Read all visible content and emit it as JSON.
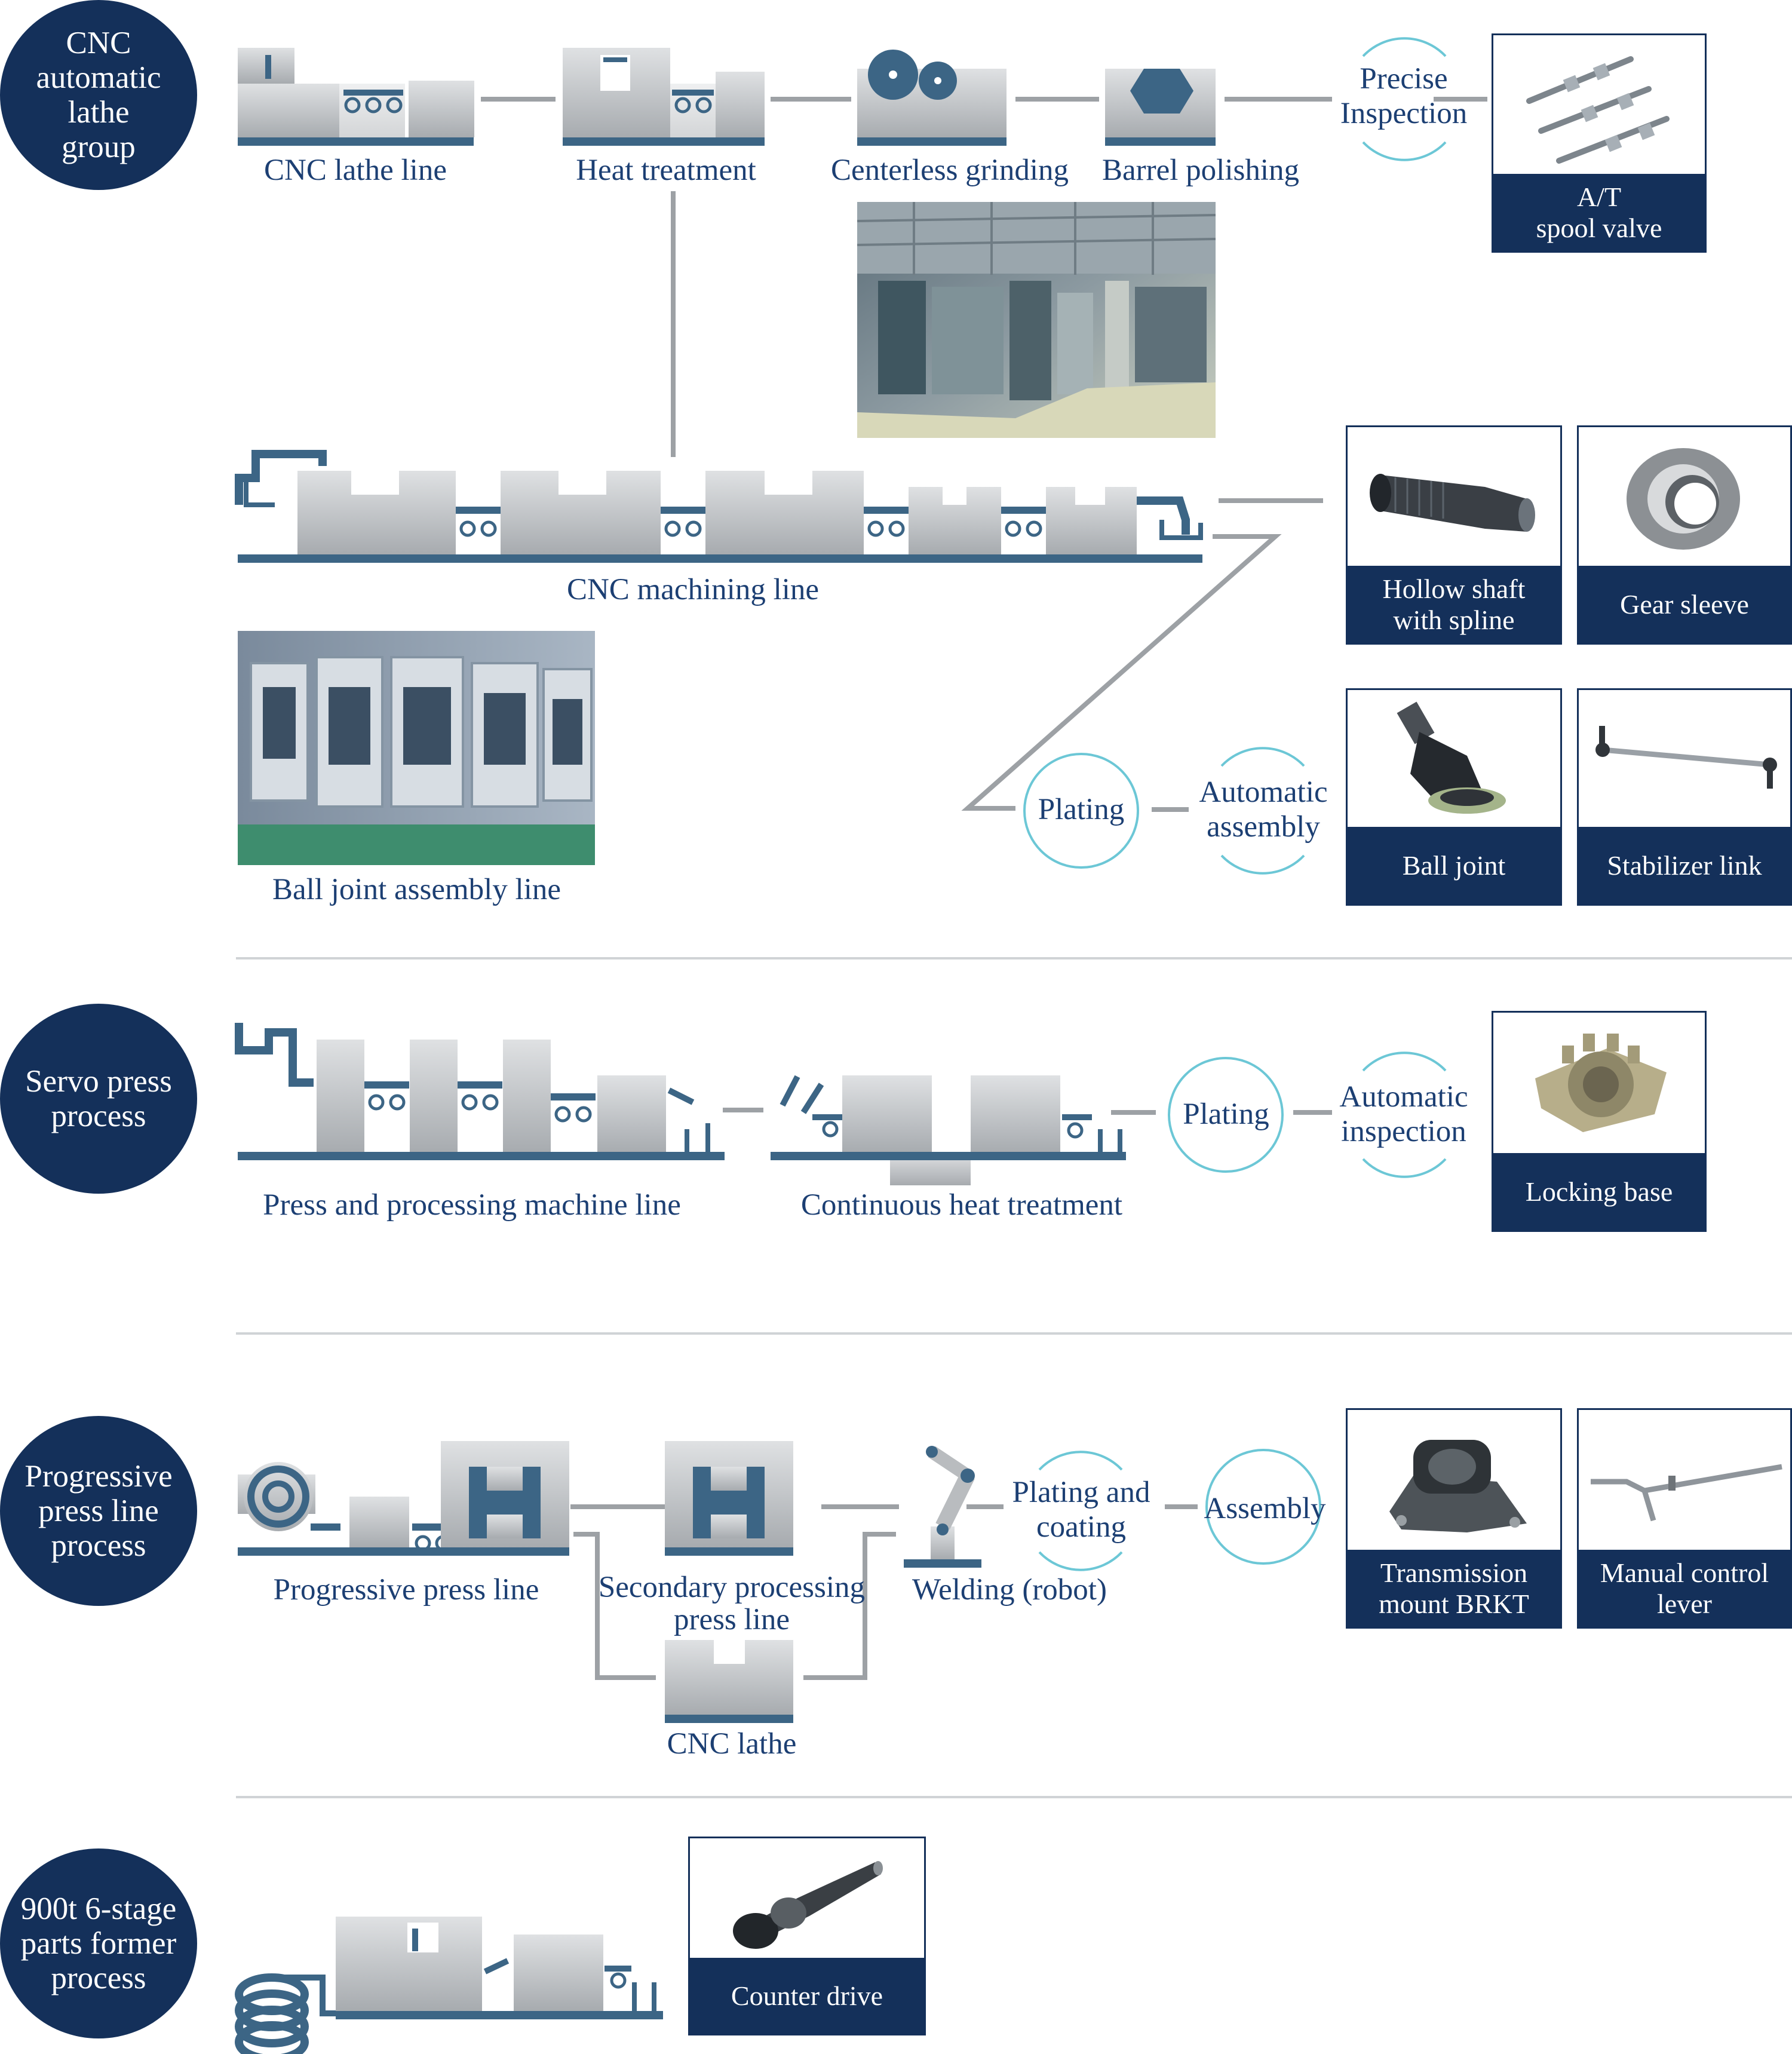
{
  "colors": {
    "navy": "#14305a",
    "machine_gray": "#b9bcbf",
    "conveyor_blue": "#3c6585",
    "ring_cyan": "#6cc7d6",
    "divider_gray": "#d0d3d6"
  },
  "processes": [
    {
      "name": "CNC\nautomatic\nlathe\ngroup",
      "steps": [
        "CNC lathe line",
        "Heat treatment",
        "Centerless grinding",
        "Barrel polishing",
        "CNC machining line",
        "Ball joint assembly line"
      ],
      "rings": [
        "Precise\nInspection",
        "Plating",
        "Automatic\nassembly"
      ],
      "products": [
        "A/T\nspool valve",
        "Hollow shaft\nwith spline",
        "Gear sleeve",
        "Ball joint",
        "Stabilizer link"
      ]
    },
    {
      "name": "Servo press\nprocess",
      "steps": [
        "Press and processing machine line",
        "Continuous heat treatment"
      ],
      "rings": [
        "Plating",
        "Automatic\ninspection"
      ],
      "products": [
        "Locking base"
      ]
    },
    {
      "name": "Progressive\npress line\nprocess",
      "steps": [
        "Progressive press line",
        "Secondary processing\npress line",
        "Welding (robot)",
        "CNC lathe"
      ],
      "rings": [
        "Plating and\ncoating",
        "Assembly"
      ],
      "products": [
        "Transmission\nmount BRKT",
        "Manual control\nlever"
      ]
    },
    {
      "name": "900t 6-stage\nparts former\nprocess",
      "steps": [],
      "rings": [],
      "products": [
        "Counter drive"
      ]
    }
  ],
  "icons": [
    "factory-photo",
    "machine-line-icon",
    "coil-icon",
    "press-icon",
    "robot-arm-icon",
    "grinding-wheel-icon",
    "barrel-icon"
  ]
}
